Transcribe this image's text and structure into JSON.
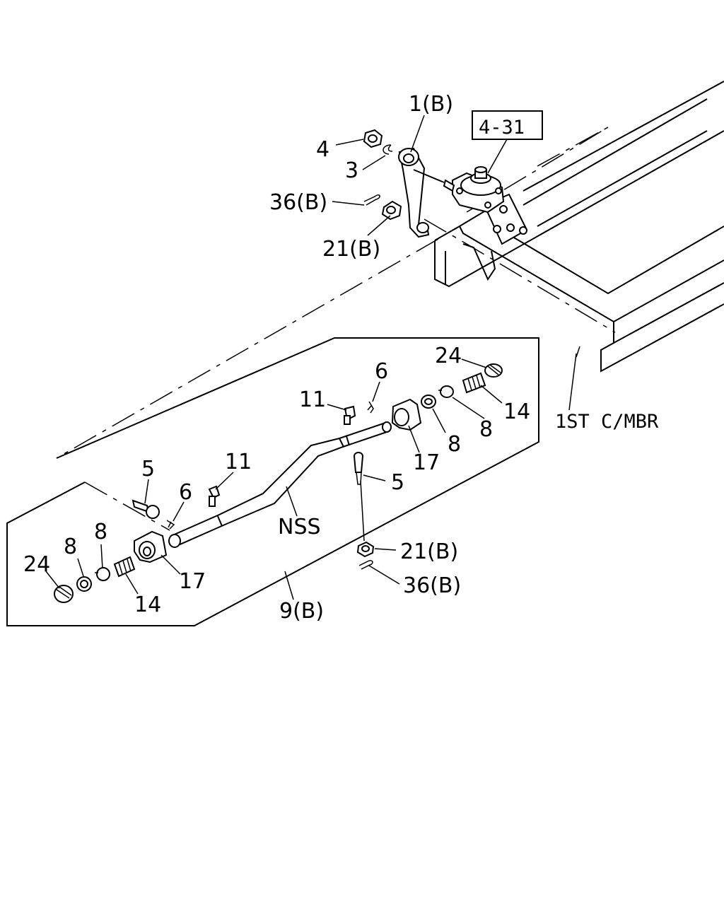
{
  "diagram": {
    "ref_box_label": "4-31",
    "member_label": "1ST C/MBR",
    "callouts": {
      "c1": "1(B)",
      "c4_top": "4",
      "c3": "3",
      "c36b_top": "36(B)",
      "c21b_top": "21(B)",
      "c24_right": "24",
      "c6_right": "6",
      "c11_right": "11",
      "c14_right": "14",
      "c8_right_a": "8",
      "c8_right_b": "8",
      "c17_right": "17",
      "c5_right": "5",
      "c21b_bottom": "21(B)",
      "c36b_bottom": "36(B)",
      "c5_left": "5",
      "c11_left": "11",
      "c6_left": "6",
      "nss": "NSS",
      "c8_left_a": "8",
      "c8_left_b": "8",
      "c24_left": "24",
      "c17_left": "17",
      "c14_left": "14",
      "c9b": "9(B)"
    }
  }
}
